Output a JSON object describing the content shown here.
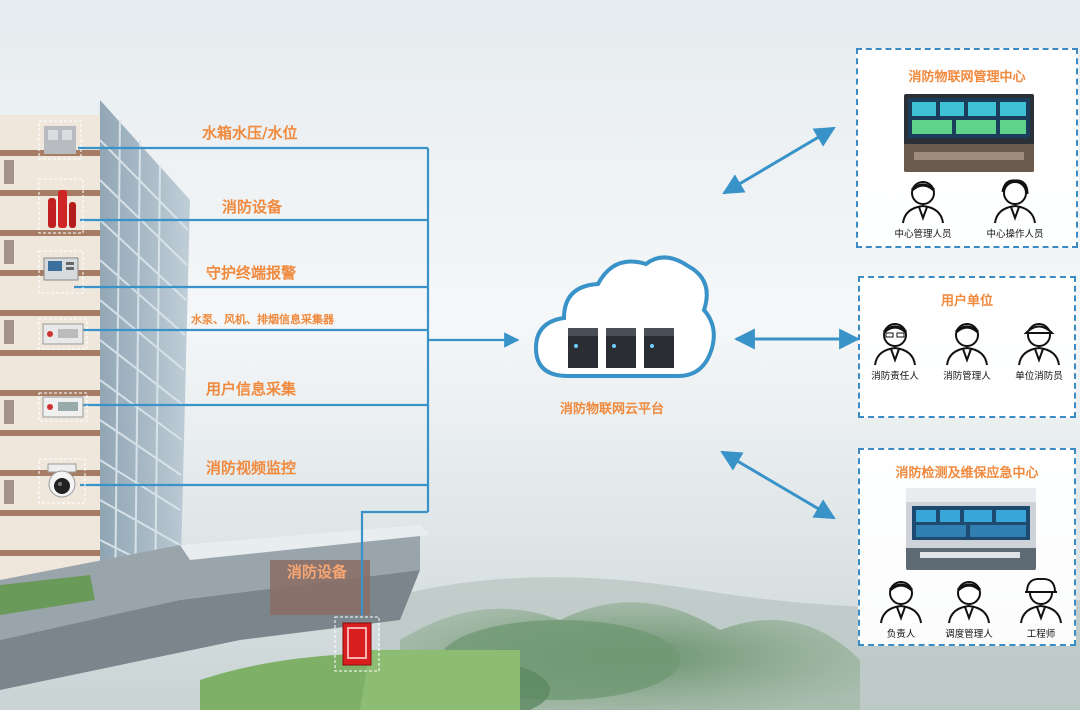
{
  "colors": {
    "line": "#3a93c8",
    "label": "#f08a3e",
    "panel_border": "#3b8cc4"
  },
  "sensors": [
    {
      "label": "水箱水压/水位",
      "icon": "water-tank-icon"
    },
    {
      "label": "消防设备",
      "icon": "fire-equipment-icon"
    },
    {
      "label": "守护终端报警",
      "icon": "alarm-terminal-icon"
    },
    {
      "label": "水泵、风机、排烟信息采集器",
      "icon": "collector-icon"
    },
    {
      "label": "用户信息采集",
      "icon": "user-info-device-icon"
    },
    {
      "label": "消防视频监控",
      "icon": "camera-icon"
    }
  ],
  "building_label": "消防设备",
  "cloud": {
    "label": "消防物联网云平台",
    "icon": "cloud-server-icon"
  },
  "panels": [
    {
      "title": "消防物联网管理中心",
      "people": [
        "中心管理人员",
        "中心操作人员"
      ]
    },
    {
      "title": "用户单位",
      "people": [
        "消防责任人",
        "消防管理人",
        "单位消防员"
      ]
    },
    {
      "title": "消防检测及维保应急中心",
      "people": [
        "负责人",
        "调度管理人",
        "工程师"
      ]
    }
  ]
}
